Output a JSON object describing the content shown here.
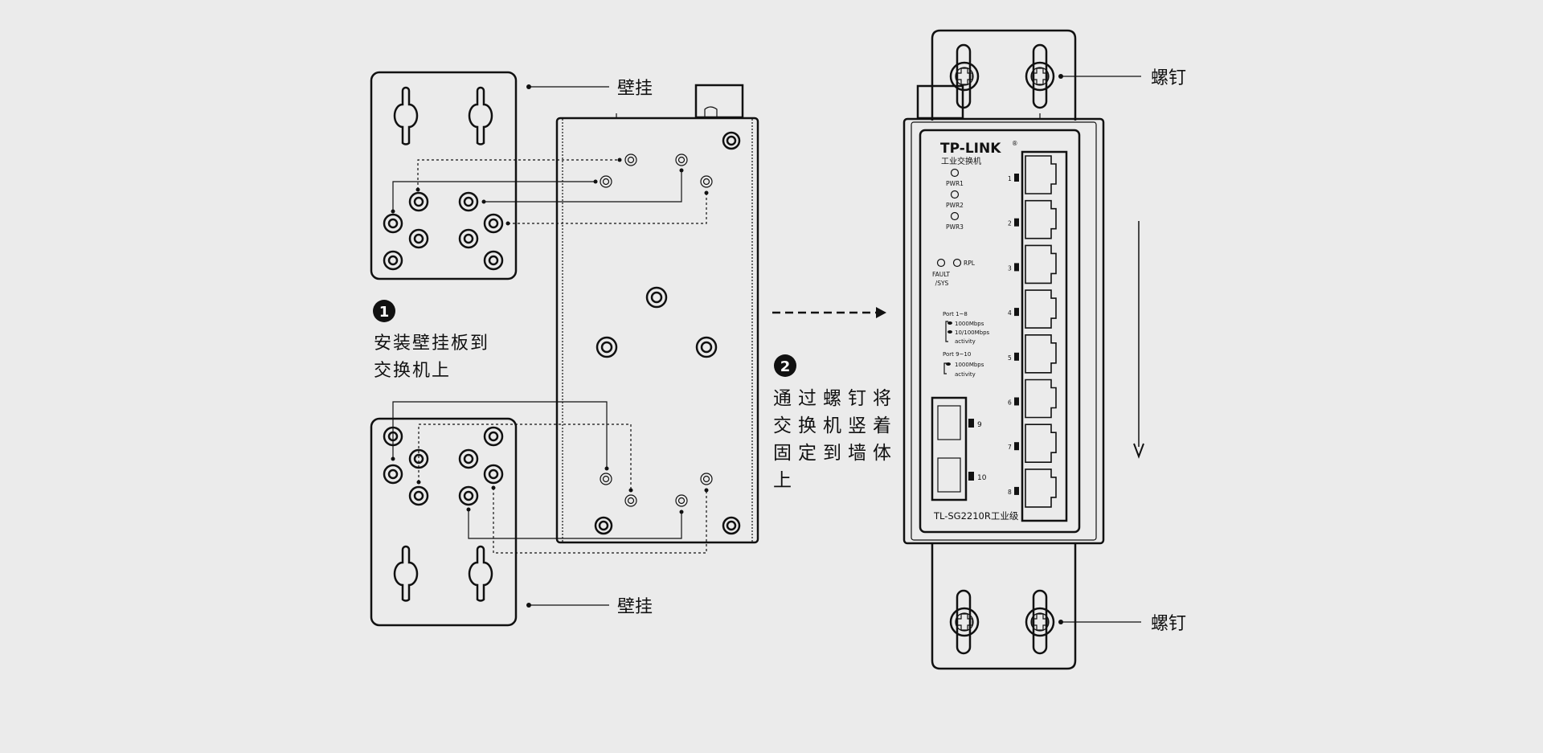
{
  "left_step": {
    "number": "1",
    "line1": "安装壁挂板到",
    "line2": "交换机上"
  },
  "right_step": {
    "number": "2",
    "line1": "通过螺钉将",
    "line2": "交换机竖着",
    "line3": "固定到墙体",
    "line4": "上"
  },
  "callouts": {
    "wall_mount_top": "壁挂",
    "wall_mount_bottom": "壁挂",
    "screw_top": "螺钉",
    "screw_bottom": "螺钉"
  },
  "device": {
    "brand": "TP-LINK",
    "brand_mark": "®",
    "subtitle": "工业交换机",
    "model": "TL-SG2210R工业级",
    "leds": [
      "PWR1",
      "PWR2",
      "PWR3"
    ],
    "fault_line1": "FAULT",
    "fault_line2": "/SYS",
    "rpl": "RPL",
    "legend_group1": "Port 1~8",
    "legend_1000": "1000Mbps",
    "legend_10_100": "10/100Mbps",
    "legend_activity": "activity",
    "legend_group2": "Port 9~10",
    "legend2_1000": "1000Mbps",
    "legend2_activity": "activity",
    "port_numbers": [
      "1",
      "2",
      "3",
      "4",
      "5",
      "6",
      "7",
      "8"
    ],
    "sfp_numbers": [
      "9",
      "10"
    ]
  }
}
